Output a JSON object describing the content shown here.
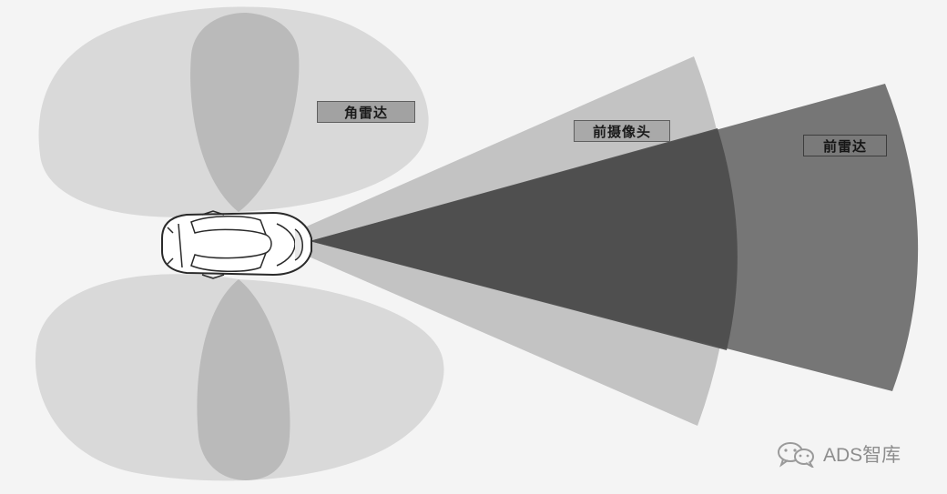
{
  "labels": {
    "corner_radar": "角雷达",
    "front_camera": "前摄像头",
    "front_radar": "前雷达"
  },
  "watermark": {
    "text": "ADS智库",
    "icon": "wechat-icon"
  },
  "colors": {
    "background": "#f4f4f4",
    "corner_radar_zone": "#cfcfcf",
    "corner_overlap": "#b0b0b0",
    "camera_zone": "#bdbdbd",
    "front_radar_zone": "#6e6e6e",
    "overlap_zone": "#4f4f4f"
  }
}
